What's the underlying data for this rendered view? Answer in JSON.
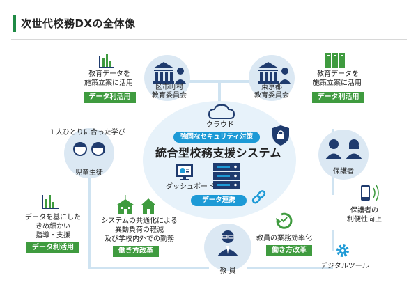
{
  "header": {
    "title": "次世代校務DXの全体像"
  },
  "center": {
    "cloud": "クラウド",
    "security": "強固なセキュリティ対策",
    "system": "統合型校務支援システム",
    "dashboard": "ダッシュボード",
    "data_link": "データ連携"
  },
  "nodes": {
    "ward_board": [
      "区市町村",
      "教育委員会"
    ],
    "tokyo_board": [
      "東京都",
      "教育委員会"
    ],
    "students": "児童生徒",
    "guardians": "保護者",
    "teachers": "教 員"
  },
  "labels": {
    "left_top": [
      "教育データを",
      "施策立案に活用"
    ],
    "right_top": [
      "教育データを",
      "施策立案に活用"
    ],
    "individual": "１人ひとりに合った学び",
    "left_bottom": [
      "データを基にした",
      "きめ細かい",
      "指導・支援"
    ],
    "system_common": [
      "システムの共通化による",
      "異動負荷の軽減",
      "及び学校内外での勤務"
    ],
    "efficiency": "教員の業務効率化",
    "convenience": [
      "保護者の",
      "利便性向上"
    ],
    "digital_tool": "デジタルツール"
  },
  "badges": {
    "data_use": "データ利活用",
    "work_reform": "働き方改革"
  },
  "colors": {
    "green": "#3f9b3f",
    "blue": "#1d9ad6",
    "navy": "#1f3b6e",
    "light_blue": "#d9eaf5"
  }
}
